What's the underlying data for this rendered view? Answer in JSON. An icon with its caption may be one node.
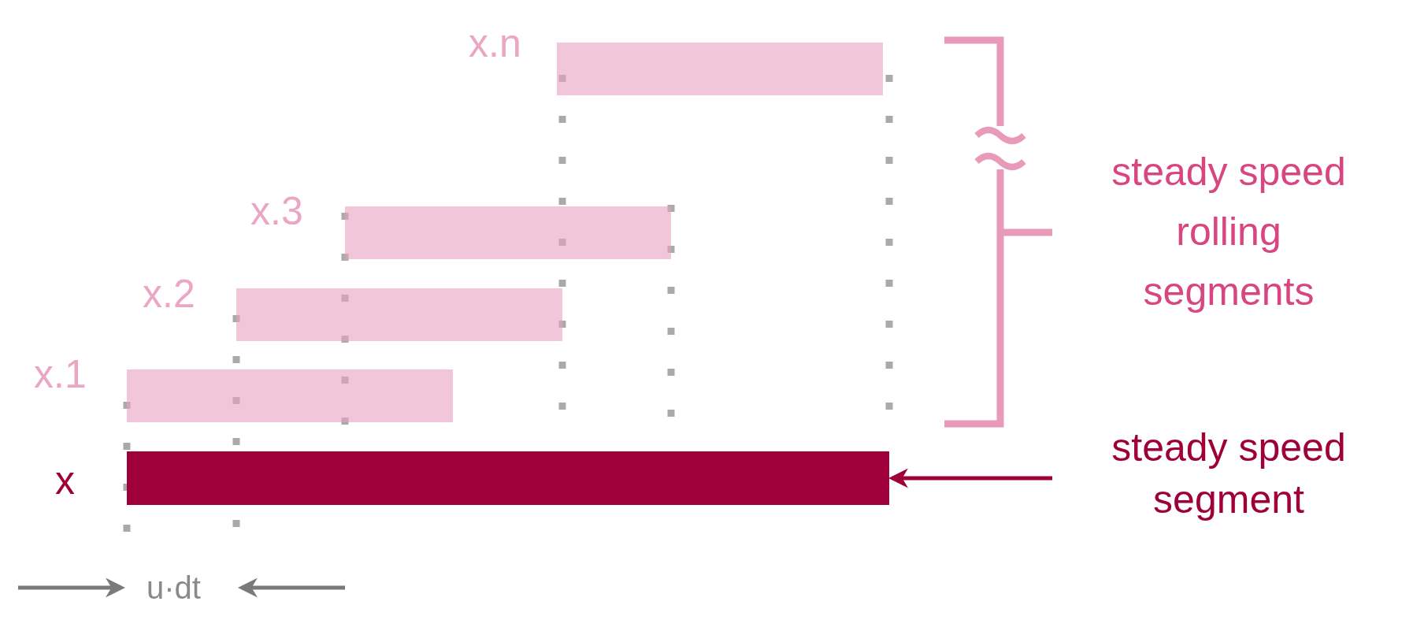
{
  "diagram": {
    "nodes": [
      {
        "text": [],
        "shape": "bar",
        "beside": [
          "x.n"
        ]
      },
      {
        "text": [],
        "shape": "bar",
        "beside": [
          "x.3"
        ]
      },
      {
        "text": [],
        "shape": "bar",
        "beside": [
          "x.2"
        ]
      },
      {
        "text": [],
        "shape": "bar",
        "beside": [
          "x.1"
        ]
      },
      {
        "text": [],
        "shape": "bar",
        "beside": [
          "x"
        ]
      },
      {
        "text": [
          "steady speed segment"
        ]
      }
    ],
    "edges": [
      {
        "from": 5,
        "to": 4,
        "arrow": "to",
        "color": "#a0003a"
      }
    ],
    "labels": [
      "steady speed rolling segments",
      "u·dt"
    ]
  }
}
